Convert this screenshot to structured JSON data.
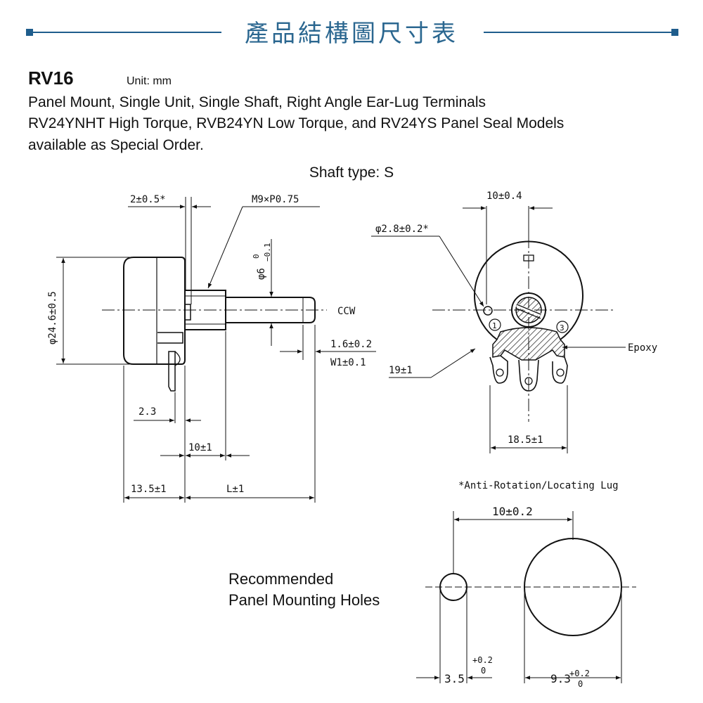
{
  "header": {
    "title": "產品結構圖尺寸表",
    "accent_color": "#1f5d8c",
    "text_color": "#2b6790"
  },
  "model": "RV16",
  "unit": "Unit: mm",
  "description": [
    "Panel Mount, Single Unit, Single Shaft, Right Angle Ear-Lug Terminals",
    "RV24YNHT High Torque, RVB24YN Low Torque, and RV24YS Panel Seal Models",
    "available as Special Order."
  ],
  "shaft_type": "Shaft type: S",
  "side_view": {
    "dim_2": "2±0.5*",
    "thread": "M9×P0.75",
    "shaft_dia_main": "φ6",
    "shaft_dia_upper": "0",
    "shaft_dia_lower": "−0.1",
    "body_dia": "φ24.6±0.5",
    "ccw": "CCW",
    "slot_depth": "1.6±0.2",
    "slot_width": "W1±0.1",
    "dim_23": "2.3",
    "dim_10": "10±1",
    "dim_135": "13.5±1",
    "dim_L": "L±1"
  },
  "front_view": {
    "dim_10_top": "10±0.4",
    "lug_hole": "φ2.8±0.2*",
    "radius": "19±1",
    "epoxy": "Epoxy",
    "terminal_1": "1",
    "terminal_3": "3",
    "dim_185": "18.5±1"
  },
  "lug_note": "*Anti-Rotation/Locating Lug",
  "mounting_title": [
    "Recommended",
    "Panel Mounting Holes"
  ],
  "mounting": {
    "dim_spacing": "10±0.2",
    "small_hole": "3.5",
    "small_tol_upper": "+0.2",
    "small_tol_lower": "0",
    "large_hole": "9.3",
    "large_tol_upper": "+0.2",
    "large_tol_lower": "0"
  }
}
